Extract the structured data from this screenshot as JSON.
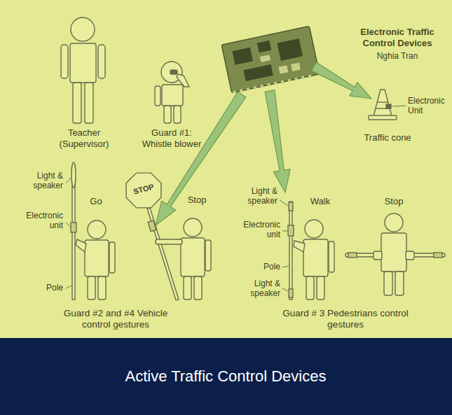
{
  "diagram": {
    "title": "Electronic Traffic Control Devices",
    "caption": "Active Traffic Control Devices",
    "labels": [
      "Nghia Tran",
      "Teacher (Supervisor)",
      "Guard #1: Whistle blower",
      "Traffic cone",
      "Electronic Unit",
      "Light & speaker",
      "Go",
      "STOP",
      "Stop",
      "Electronic unit",
      "Pole",
      "Light & speaker",
      "Walk",
      "Stop",
      "Electronic unit",
      "Pole",
      "Light & speaker",
      "Guard #2 and #4 Vehicle control gestures",
      "Guard # 3 Pedestrians control gestures"
    ]
  }
}
